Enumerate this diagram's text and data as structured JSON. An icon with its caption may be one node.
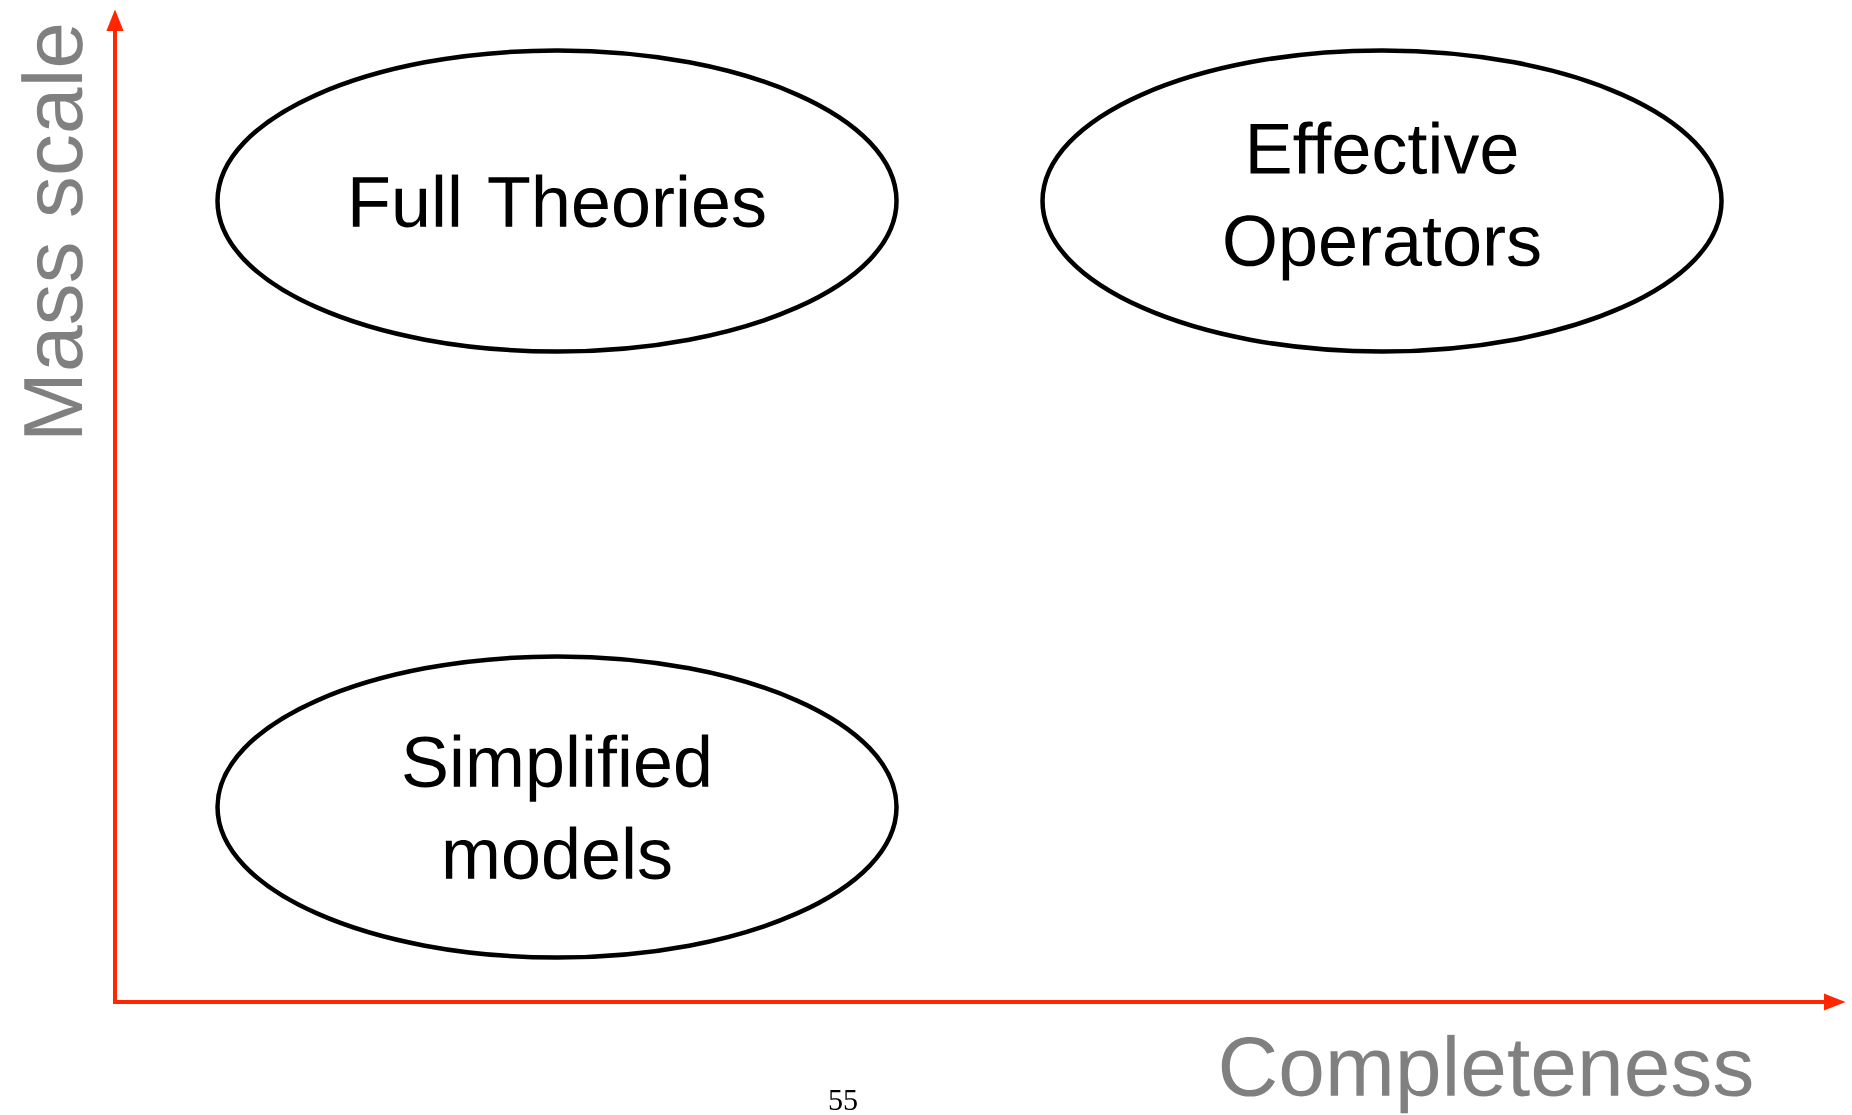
{
  "diagram": {
    "nodes": [
      {
        "text": [
          "Full Theories"
        ]
      },
      {
        "text": [
          "Effective Operators"
        ]
      },
      {
        "text": [
          "Simplified models"
        ]
      }
    ],
    "labels": [
      "Mass scale",
      "Completeness",
      "55"
    ]
  }
}
